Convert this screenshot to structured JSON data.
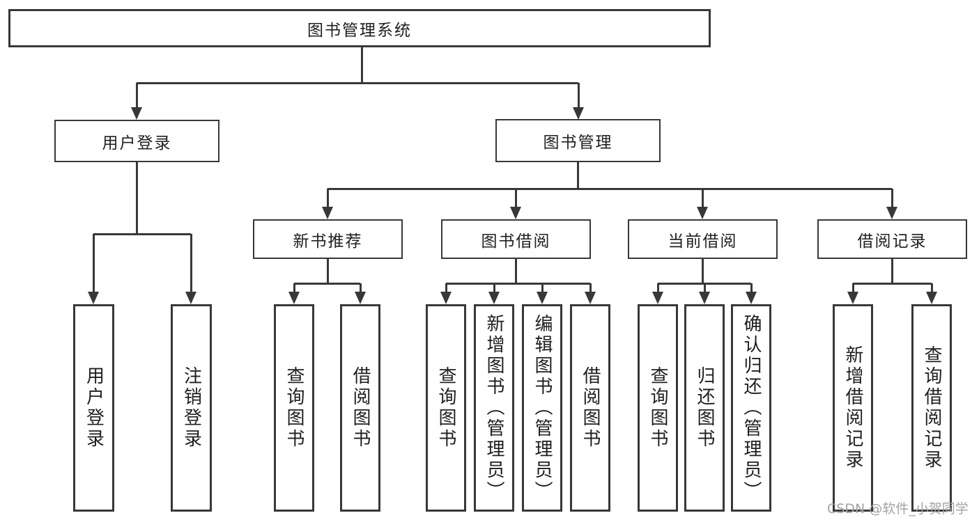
{
  "diagram": {
    "root_label": "图书管理系统",
    "user_login": {
      "label": "用户登录",
      "children": [
        {
          "label": "用户登录"
        },
        {
          "label": "注销登录"
        }
      ]
    },
    "book_management": {
      "label": "图书管理",
      "sections": [
        {
          "label": "新书推荐",
          "children": [
            {
              "label": "查询图书"
            },
            {
              "label": "借阅图书"
            }
          ]
        },
        {
          "label": "图书借阅",
          "children": [
            {
              "label": "查询图书"
            },
            {
              "label": "新增图书（管理员）"
            },
            {
              "label": "编辑图书（管理员）"
            },
            {
              "label": "借阅图书"
            }
          ]
        },
        {
          "label": "当前借阅",
          "children": [
            {
              "label": "查询图书"
            },
            {
              "label": "归还图书"
            },
            {
              "label": "确认归还（管理员）"
            }
          ]
        },
        {
          "label": "借阅记录",
          "children": [
            {
              "label": "新增借阅记录"
            },
            {
              "label": "查询借阅记录"
            }
          ]
        }
      ]
    }
  },
  "watermark": {
    "text": "CSDN @软件_小贺同学"
  },
  "colors": {
    "line": "#383838",
    "box_border": "#383838",
    "box_background": "#ffffff",
    "text": "#1f1f1f",
    "watermark": "#a3a3a3",
    "background": "#ffffff"
  }
}
